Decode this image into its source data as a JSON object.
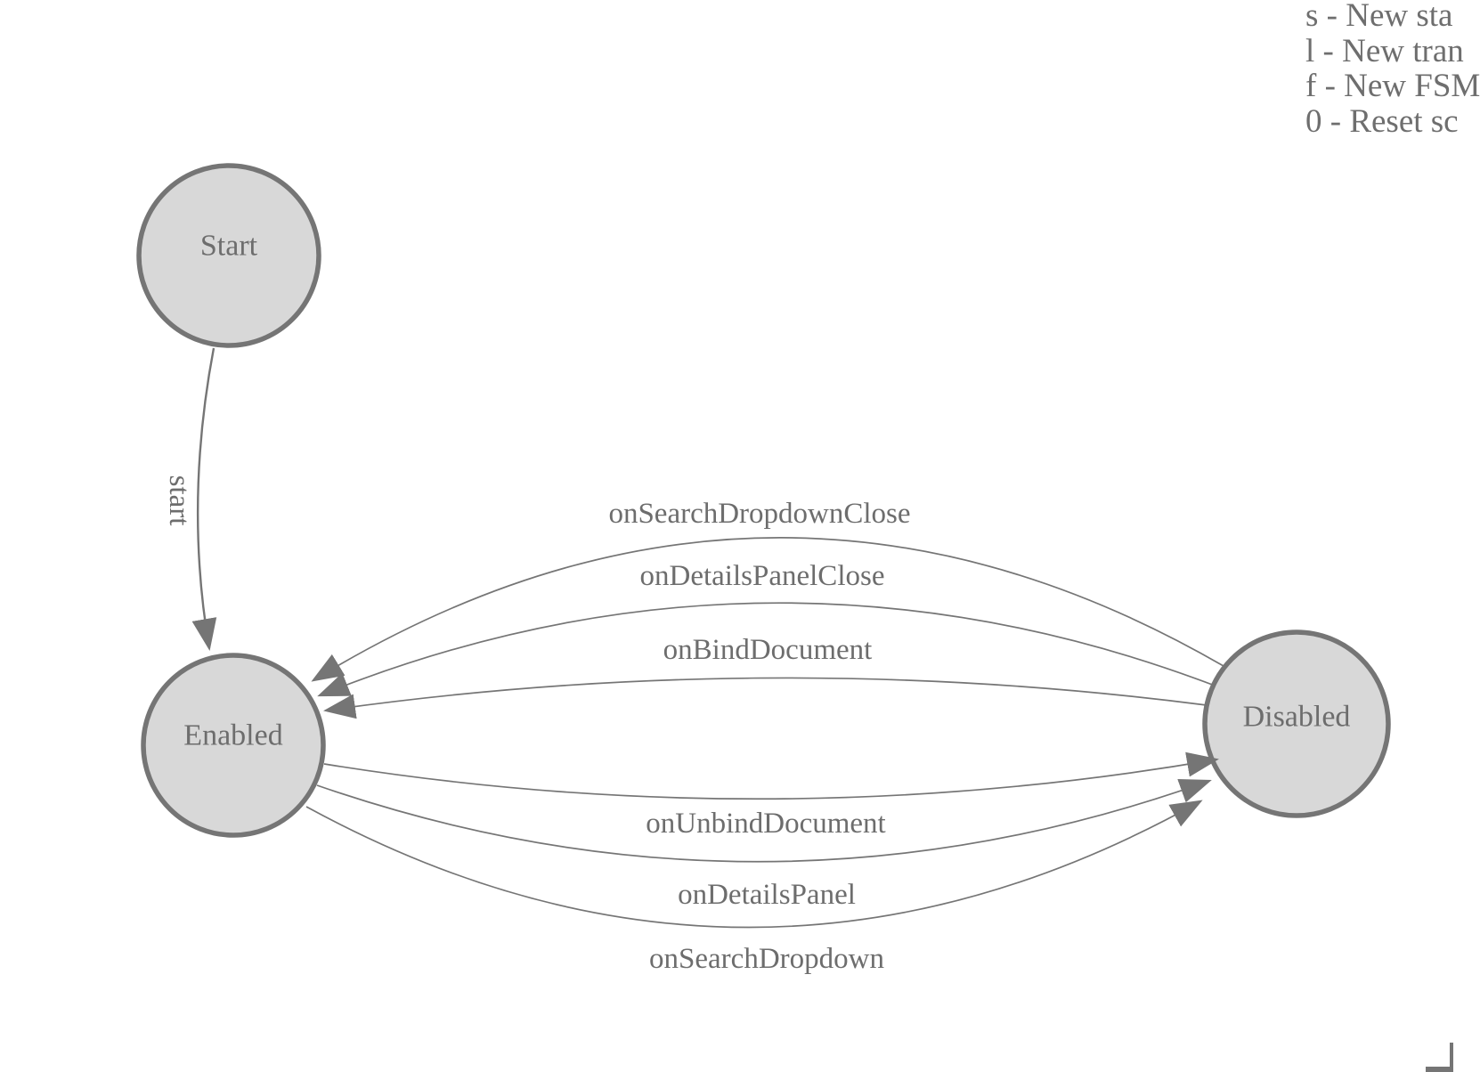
{
  "legend": {
    "lines": [
      "s - New sta",
      "l - New tran",
      "f - New FSM",
      "0 - Reset sc"
    ]
  },
  "diagram": {
    "states": [
      {
        "id": "start",
        "label": "Start"
      },
      {
        "id": "enabled",
        "label": "Enabled"
      },
      {
        "id": "disabled",
        "label": "Disabled"
      }
    ],
    "transitions": [
      {
        "label": "start",
        "from": "Start",
        "to": "Enabled"
      },
      {
        "label": "onSearchDropdownClose",
        "from": "Disabled",
        "to": "Enabled"
      },
      {
        "label": "onDetailsPanelClose",
        "from": "Disabled",
        "to": "Enabled"
      },
      {
        "label": "onBindDocument",
        "from": "Disabled",
        "to": "Enabled"
      },
      {
        "label": "onUnbindDocument",
        "from": "Enabled",
        "to": "Disabled"
      },
      {
        "label": "onDetailsPanel",
        "from": "Enabled",
        "to": "Disabled"
      },
      {
        "label": "onSearchDropdown",
        "from": "Enabled",
        "to": "Disabled"
      }
    ]
  },
  "colors": {
    "node_fill": "#d8d8d8",
    "node_stroke": "#757575",
    "edge_stroke": "#757575",
    "diagram_text": "#6d6d6d",
    "legend_text": "#6e6e6e",
    "background": "#ffffff"
  }
}
